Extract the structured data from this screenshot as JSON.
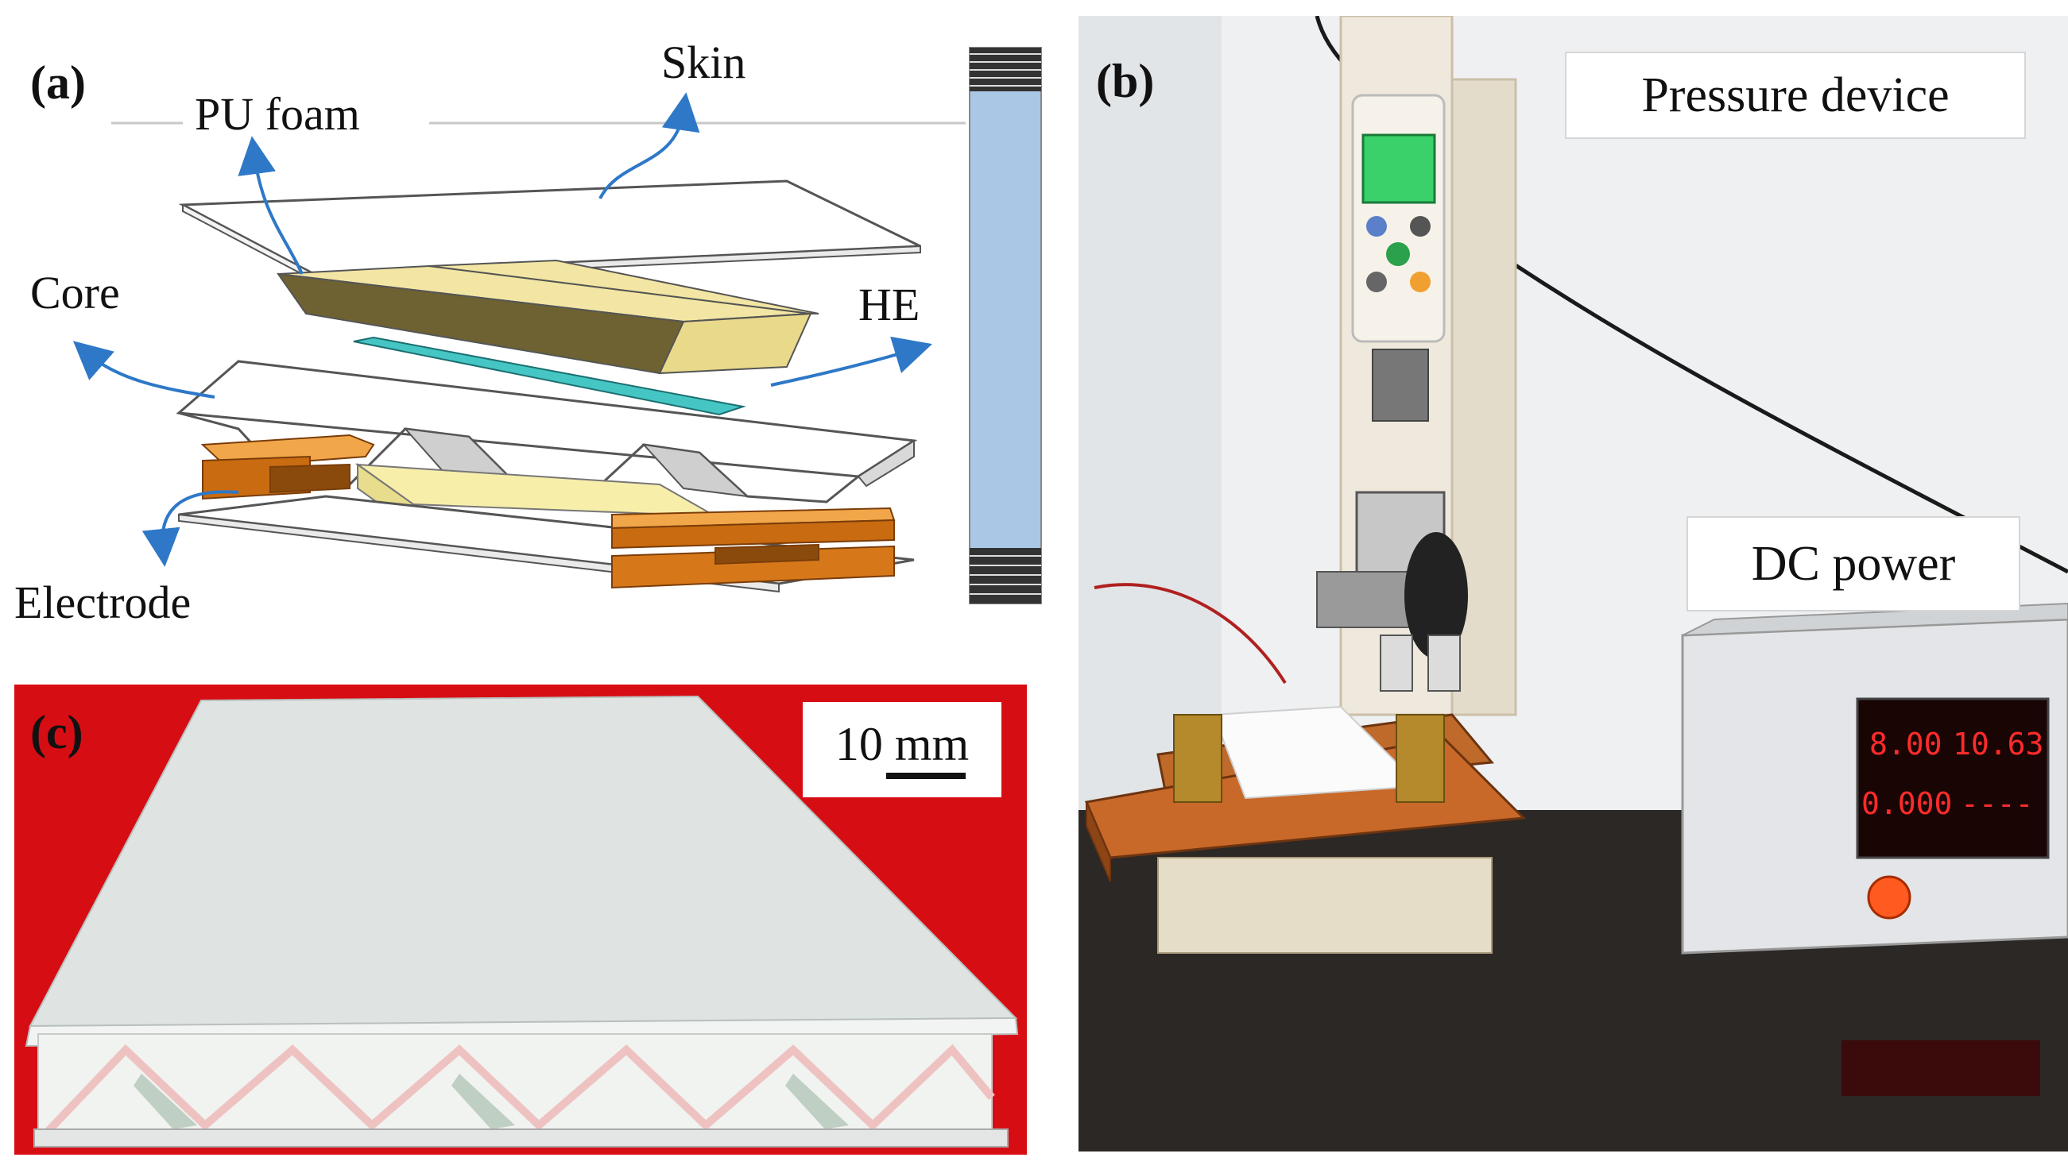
{
  "panel_a": {
    "letter": "(a)",
    "labels": {
      "skin": "Skin",
      "pu_foam": "PU foam",
      "core": "Core",
      "he": "HE",
      "electrode": "Electrode"
    }
  },
  "panel_b": {
    "letter": "(b)",
    "labels": {
      "pressure_device": "Pressure device",
      "dc_power": "DC power"
    },
    "display": {
      "top_left": "8.00",
      "top_right": "10.63",
      "bottom_left": "0.000",
      "bottom_right": "----"
    }
  },
  "panel_c": {
    "letter": "(c)",
    "scale_label": "10 mm"
  }
}
